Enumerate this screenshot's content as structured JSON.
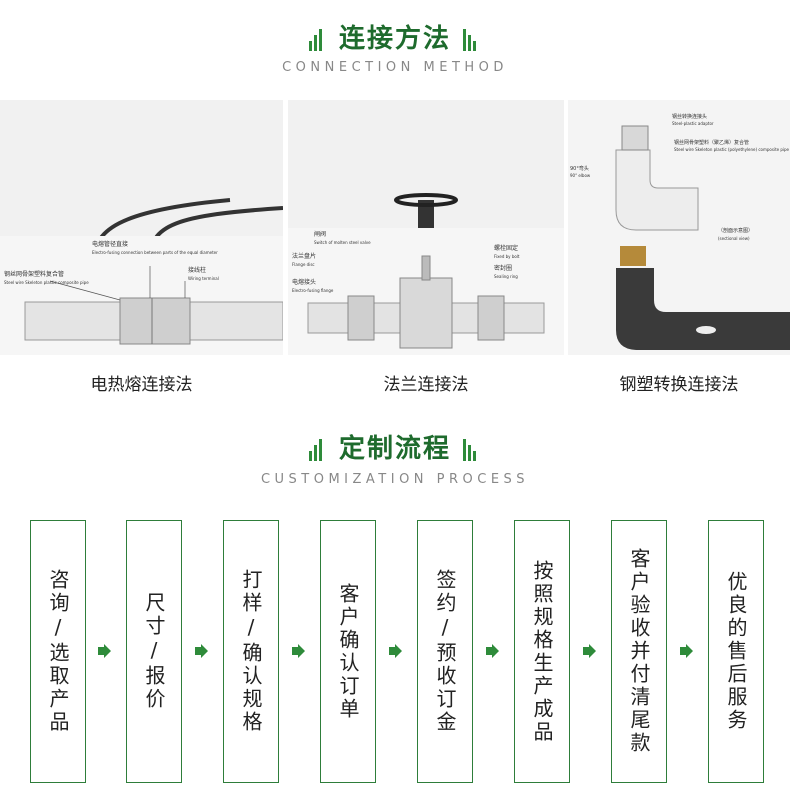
{
  "sections": {
    "connection": {
      "title": "连接方法",
      "subtitle": "CONNECTION METHOD"
    },
    "process": {
      "title": "定制流程",
      "subtitle": "CUSTOMIZATION PROCESS"
    }
  },
  "methods": [
    {
      "caption": "电热熔连接法",
      "labels": [
        "电熔管径直接",
        "Electro-fusing connection between parts of the equal diameter",
        "钢丝网骨架塑料复合管",
        "Steel wire Skeleton plastic composite pipe",
        "接线柱",
        "Wiring terminal"
      ]
    },
    {
      "caption": "法兰连接法",
      "labels": [
        "闸阀",
        "Switch of molten steel valve",
        "法兰盘片",
        "Flange disc",
        "螺栓固定",
        "Fixed by bolt",
        "电熔接头",
        "Electro-fusing flange",
        "密封圈",
        "Sealing ring"
      ]
    },
    {
      "caption": "钢塑转换连接法",
      "labels": [
        "钢丝转换连接头",
        "Steel-plastic adaptor",
        "钢丝网骨架塑料（聚乙烯）复合管",
        "Steel wire Skeleton plastic (polyethylene) composite pipe",
        "90°弯头",
        "90° elbow",
        "（剖面示意图）",
        "(sectional view)"
      ]
    }
  ],
  "process_steps": [
    "咨询/选取产品",
    "尺寸/报价",
    "打样/确认规格",
    "客户确认订单",
    "签约/预收订金",
    "按照规格生产成品",
    "客户验收并付清尾款",
    "优良的售后服务"
  ],
  "colors": {
    "brand_green": "#1e6b2d",
    "card_border": "#2e7d3a",
    "arrow_green": "#2e8b3a"
  }
}
